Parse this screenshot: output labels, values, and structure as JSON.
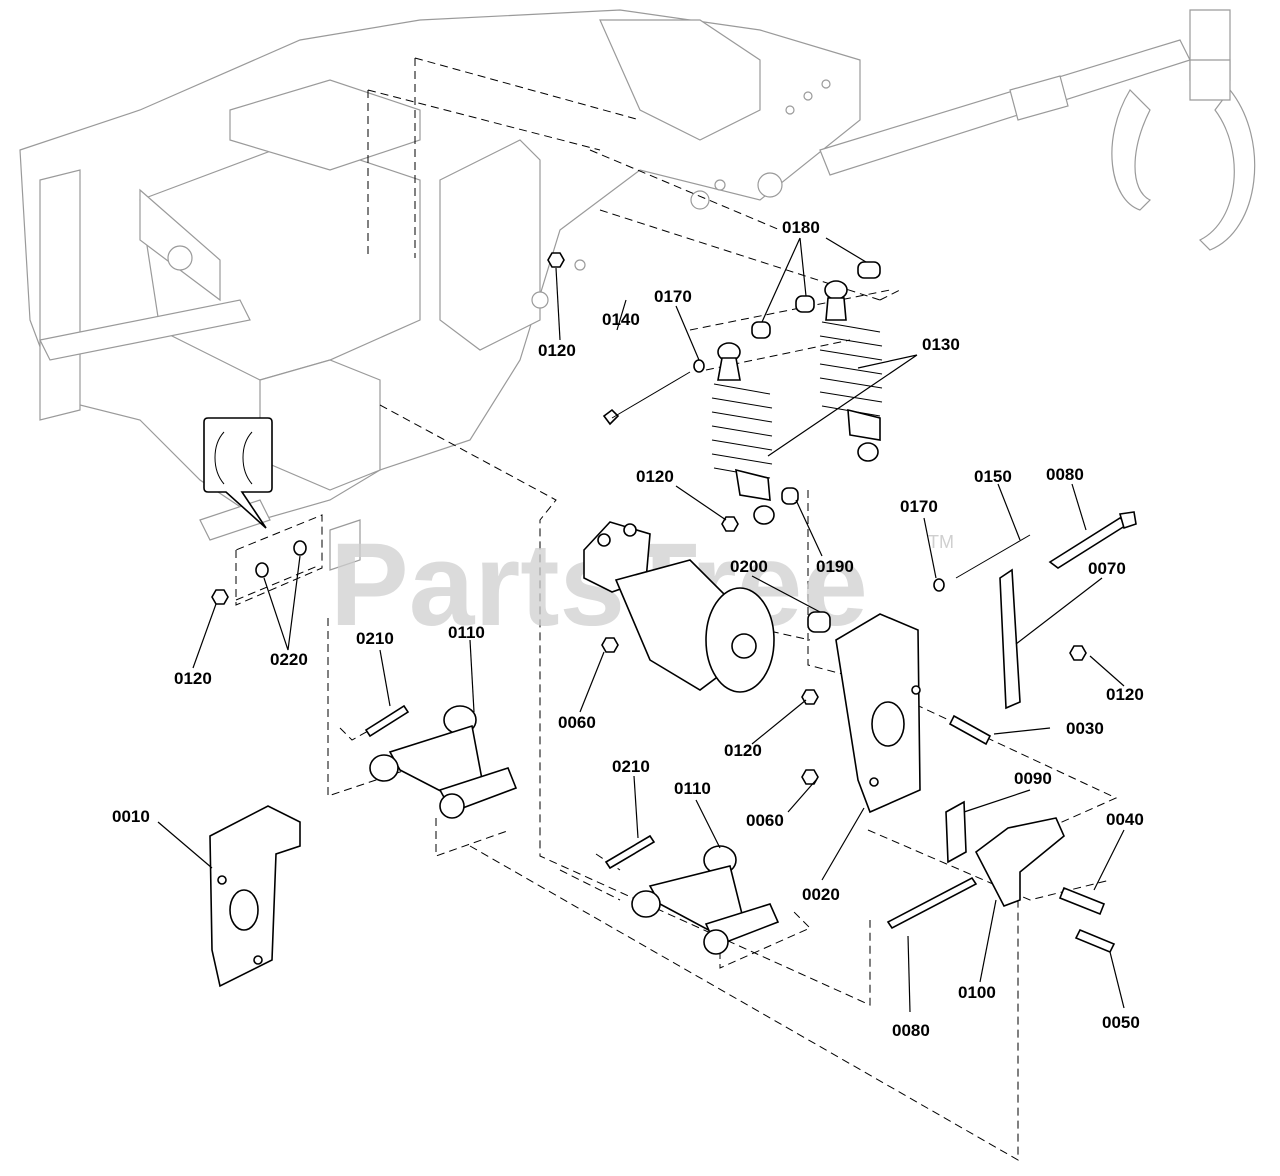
{
  "watermark": {
    "text": "PartsTree",
    "trademark": "TM"
  },
  "callouts": [
    {
      "id": "c0180a",
      "label": "0180"
    },
    {
      "id": "c0170a",
      "label": "0170"
    },
    {
      "id": "c0140",
      "label": "0140"
    },
    {
      "id": "c0120a",
      "label": "0120"
    },
    {
      "id": "c0130",
      "label": "0130"
    },
    {
      "id": "c0120b",
      "label": "0120"
    },
    {
      "id": "c0190",
      "label": "0190"
    },
    {
      "id": "c0170b",
      "label": "0170"
    },
    {
      "id": "c0150",
      "label": "0150"
    },
    {
      "id": "c0080a",
      "label": "0080"
    },
    {
      "id": "c0070",
      "label": "0070"
    },
    {
      "id": "c0200",
      "label": "0200"
    },
    {
      "id": "c0120c",
      "label": "0120"
    },
    {
      "id": "c0220",
      "label": "0220"
    },
    {
      "id": "c0210a",
      "label": "0210"
    },
    {
      "id": "c0110a",
      "label": "0110"
    },
    {
      "id": "c0060a",
      "label": "0060"
    },
    {
      "id": "c0120d",
      "label": "0120"
    },
    {
      "id": "c0030",
      "label": "0030"
    },
    {
      "id": "c0120e",
      "label": "0120"
    },
    {
      "id": "c0010",
      "label": "0010"
    },
    {
      "id": "c0210b",
      "label": "0210"
    },
    {
      "id": "c0110b",
      "label": "0110"
    },
    {
      "id": "c0060b",
      "label": "0060"
    },
    {
      "id": "c0090",
      "label": "0090"
    },
    {
      "id": "c0040",
      "label": "0040"
    },
    {
      "id": "c0020",
      "label": "0020"
    },
    {
      "id": "c0100",
      "label": "0100"
    },
    {
      "id": "c0080b",
      "label": "0080"
    },
    {
      "id": "c0050",
      "label": "0050"
    }
  ]
}
